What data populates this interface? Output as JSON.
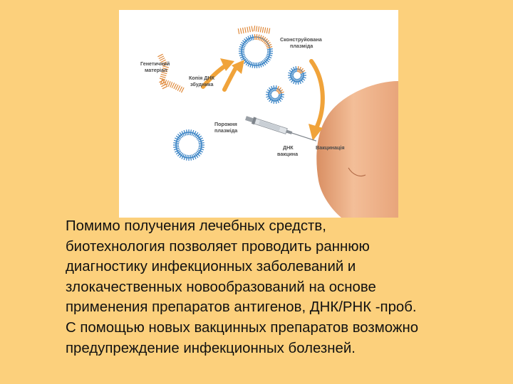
{
  "figure": {
    "labels": {
      "genetic_material_1": "Генетичний",
      "genetic_material_2": "матеріал",
      "pathogen_dna_copy_1": "Копія ДНК",
      "pathogen_dna_copy_2": "збудника",
      "constructed_plasmid_1": "Сконструйована",
      "constructed_plasmid_2": "плазміда",
      "empty_plasmid_1": "Порожня",
      "empty_plasmid_2": "плазміда",
      "dna_vaccine_1": "ДНК",
      "dna_vaccine_2": "вакцина",
      "vaccination": "Вакцинація"
    }
  },
  "caption": {
    "lines": [
      "Помимо получения лечебных средств,",
      "биотехнология позволяет проводить раннюю",
      "диагностику инфекционных заболеваний и",
      "злокачественных новообразований на основе",
      "применения препаратов антигенов, ДНК/РНК -проб.",
      "С помощью новых вакцинных препаратов возможно",
      "предупреждение инфекционных болезней."
    ]
  },
  "colors": {
    "background": "#FCD07C",
    "plasmid_blue": "#3E86C6",
    "dna_orange": "#E08A3C",
    "arrow_orange": "#F0A33A",
    "arm_skin": "#EFB48C"
  }
}
